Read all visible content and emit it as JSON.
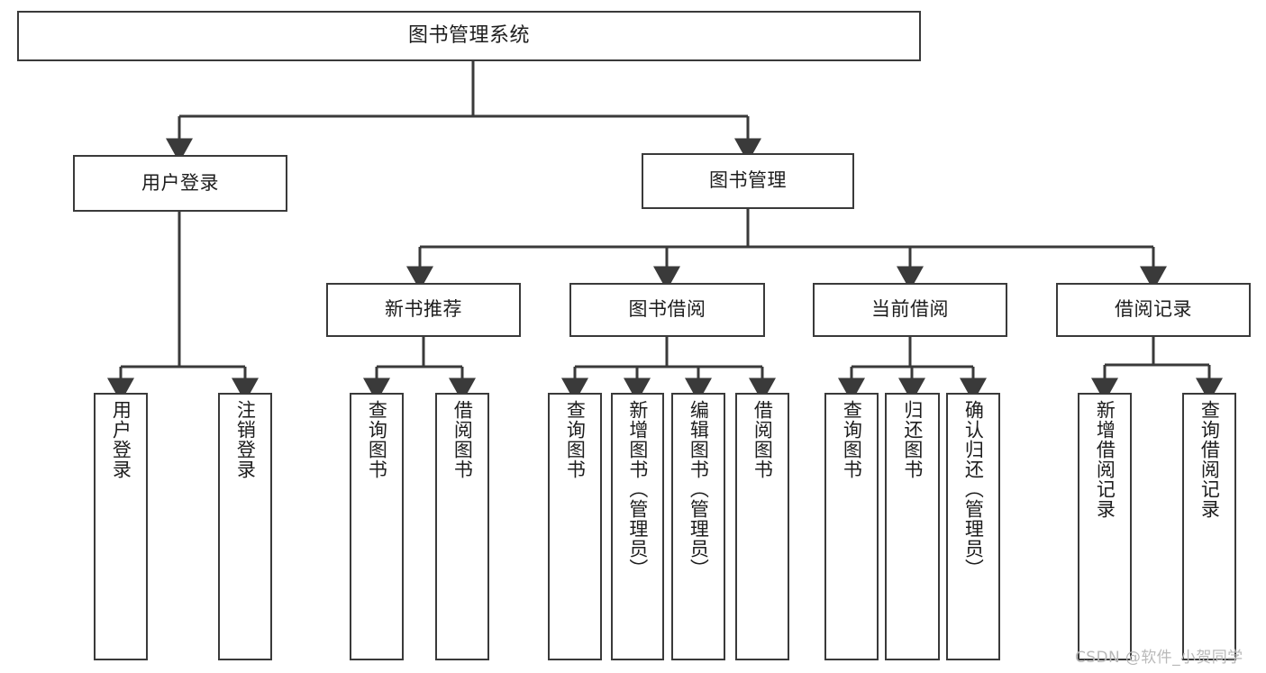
{
  "diagram": {
    "type": "tree-hierarchy-diagram",
    "title": "图书管理系统",
    "watermark": "CSDN @软件_小贺同学",
    "colors": {
      "box_border": "#3a3a3a",
      "box_fill": "#ffffff",
      "edge": "#3a3a3a",
      "text": "#1d1d1d",
      "watermark": "#b9b9b9",
      "background": "#ffffff"
    },
    "nodes": {
      "root": {
        "label": "图书管理系统"
      },
      "level2": [
        {
          "id": "user-login",
          "label": "用户登录"
        },
        {
          "id": "book-manage",
          "label": "图书管理"
        }
      ],
      "level3": [
        {
          "id": "new-book-recommend",
          "label": "新书推荐"
        },
        {
          "id": "book-borrow",
          "label": "图书借阅"
        },
        {
          "id": "current-borrow",
          "label": "当前借阅"
        },
        {
          "id": "borrow-record",
          "label": "借阅记录"
        }
      ],
      "leaves": {
        "user-login": [
          {
            "id": "leaf-user-login",
            "label": "用户登录"
          },
          {
            "id": "leaf-logout-login",
            "label": "注销登录"
          }
        ],
        "new-book-recommend": [
          {
            "id": "leaf-query-book-1",
            "label": "查询图书"
          },
          {
            "id": "leaf-borrow-book-1",
            "label": "借阅图书"
          }
        ],
        "book-borrow": [
          {
            "id": "leaf-query-book-2",
            "label": "查询图书"
          },
          {
            "id": "leaf-add-book",
            "label": "新增图书（管理员）"
          },
          {
            "id": "leaf-edit-book",
            "label": "编辑图书（管理员）"
          },
          {
            "id": "leaf-borrow-book-2",
            "label": "借阅图书"
          }
        ],
        "current-borrow": [
          {
            "id": "leaf-query-book-3",
            "label": "查询图书"
          },
          {
            "id": "leaf-return-book",
            "label": "归还图书"
          },
          {
            "id": "leaf-confirm-return",
            "label": "确认归还（管理员）"
          }
        ],
        "borrow-record": [
          {
            "id": "leaf-add-record",
            "label": "新增借阅记录"
          },
          {
            "id": "leaf-query-record",
            "label": "查询借阅记录"
          }
        ]
      }
    }
  }
}
